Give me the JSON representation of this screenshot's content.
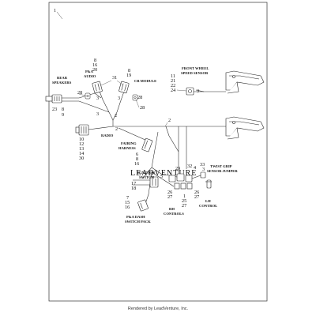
{
  "labels": {
    "rear_speakers": [
      "REAR",
      "SPEAKERS"
    ],
    "pa_audio": [
      "P&A",
      "AUDIO"
    ],
    "cb_module": "CB MODULE",
    "front_wheel_speed_sensor": [
      "FRONT WHEEL",
      "SPEED SENSOR"
    ],
    "radio": "RADIO",
    "fairing_harness": [
      "FAIRING",
      "HARNESS"
    ],
    "ignition_switch": [
      "IGNITION",
      "SWITCH"
    ],
    "twist_grip_sensor_jumper": [
      "TWIST GRIP",
      "SENSOR JUMPER"
    ],
    "pa_dash_switch_pack": [
      "P&A DASH",
      "SWITCH PACK"
    ],
    "rh_controls": [
      "RH",
      "CONTROLS"
    ],
    "lh_control": [
      "LH",
      "CONTROL"
    ]
  },
  "callouts": {
    "top_left_1": "1",
    "rear_speakers": [
      "23",
      "8",
      "9"
    ],
    "rear_speakers_28": "28",
    "pa_audio_col": [
      "8",
      "16",
      "20"
    ],
    "cb_col": [
      "8",
      "19"
    ],
    "pa_cb_31": "31",
    "pa_left_3": "3",
    "cb_right_3": "3",
    "cb_28": "28",
    "pa_28": "28",
    "front_sensor_col": [
      "11",
      "21",
      "22",
      "24"
    ],
    "front_sensor_3": "3",
    "trunk_3": "3",
    "trunk_2a": "2",
    "trunk_2b": "2",
    "trunk_2c": "2",
    "radio_col": [
      "10",
      "12",
      "13",
      "14",
      "30"
    ],
    "fairing_col": [
      "6",
      "8",
      "16"
    ],
    "ignition_col": [
      "17",
      "18"
    ],
    "ignition_5": "5",
    "pa_dash_col": [
      "7",
      "15",
      "16"
    ],
    "rh_cluster_top": [
      "29",
      "4",
      "32",
      "33"
    ],
    "rh_cluster_3": "3",
    "rh_cluster_row": [
      "26",
      "27",
      "1",
      "25",
      "27",
      "26",
      "27"
    ]
  },
  "watermark": "LEADVENTURE",
  "footer": "Rendered by LeadVenture, Inc."
}
